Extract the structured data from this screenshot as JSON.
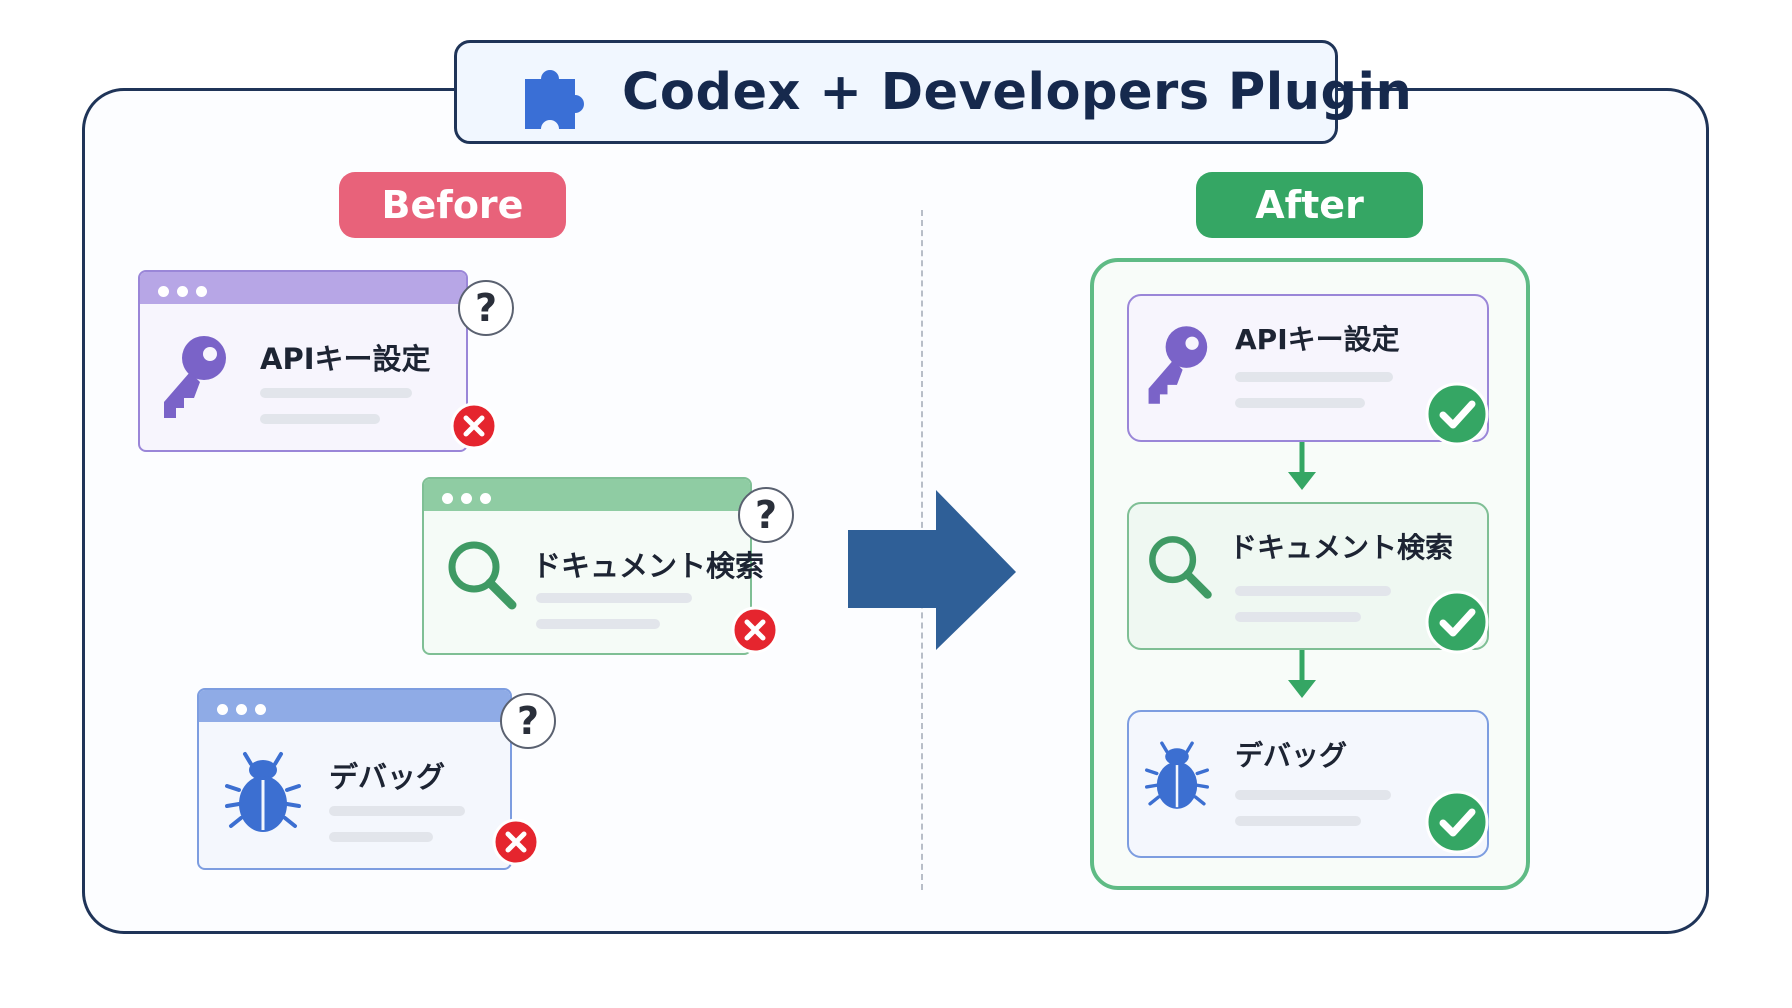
{
  "title": "Codex + Developers Plugin",
  "before_label": "Before",
  "after_label": "After",
  "tasks": [
    {
      "label": "APIキー設定",
      "icon": "key-icon",
      "color": "#7a63c8"
    },
    {
      "label": "ドキュメント検索",
      "icon": "search-icon",
      "color": "#3f9a64"
    },
    {
      "label": "デバッグ",
      "icon": "bug-icon",
      "color": "#3c6fd1"
    }
  ],
  "before_badges": {
    "unknown": "?",
    "failed": "x-icon"
  },
  "after_badges": {
    "done": "check-icon"
  },
  "colors": {
    "frame": "#1f3458",
    "before": "#e8627a",
    "after": "#35a664",
    "arrow": "#2f5f97",
    "error": "#e5252e"
  }
}
